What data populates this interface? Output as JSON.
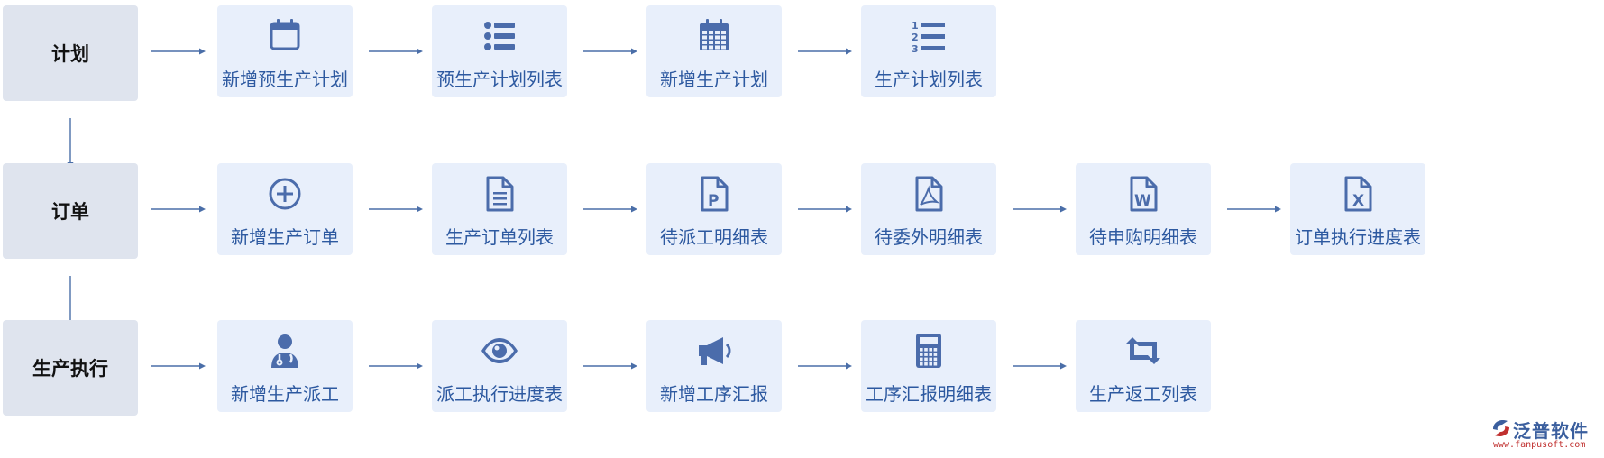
{
  "categories": [
    {
      "label": "计划"
    },
    {
      "label": "订单"
    },
    {
      "label": "生产执行"
    }
  ],
  "rows": [
    {
      "items": [
        {
          "label": "新增预生产计划",
          "icon": "calendar-icon"
        },
        {
          "label": "预生产计划列表",
          "icon": "bullet-list-icon"
        },
        {
          "label": "新增生产计划",
          "icon": "calendar-grid-icon"
        },
        {
          "label": "生产计划列表",
          "icon": "numbered-list-icon"
        }
      ]
    },
    {
      "items": [
        {
          "label": "新增生产订单",
          "icon": "plus-circle-icon"
        },
        {
          "label": "生产订单列表",
          "icon": "document-icon"
        },
        {
          "label": "待派工明细表",
          "icon": "p-document-icon"
        },
        {
          "label": "待委外明细表",
          "icon": "pdf-document-icon"
        },
        {
          "label": "待申购明细表",
          "icon": "word-document-icon"
        },
        {
          "label": "订单执行进度表",
          "icon": "excel-document-icon"
        }
      ]
    },
    {
      "items": [
        {
          "label": "新增生产派工",
          "icon": "user-doctor-icon"
        },
        {
          "label": "派工执行进度表",
          "icon": "eye-icon"
        },
        {
          "label": "新增工序汇报",
          "icon": "megaphone-icon"
        },
        {
          "label": "工序汇报明细表",
          "icon": "calculator-icon"
        },
        {
          "label": "生产返工列表",
          "icon": "retweet-icon"
        }
      ]
    }
  ],
  "logo": {
    "brand": "泛普软件",
    "url": "www.fanpusoft.com"
  },
  "colors": {
    "icon": "#4b6cab",
    "label": "#2d59a0",
    "arrow": "#4a6ea8",
    "box": "#e8effb",
    "category": "#dfe4ee"
  }
}
